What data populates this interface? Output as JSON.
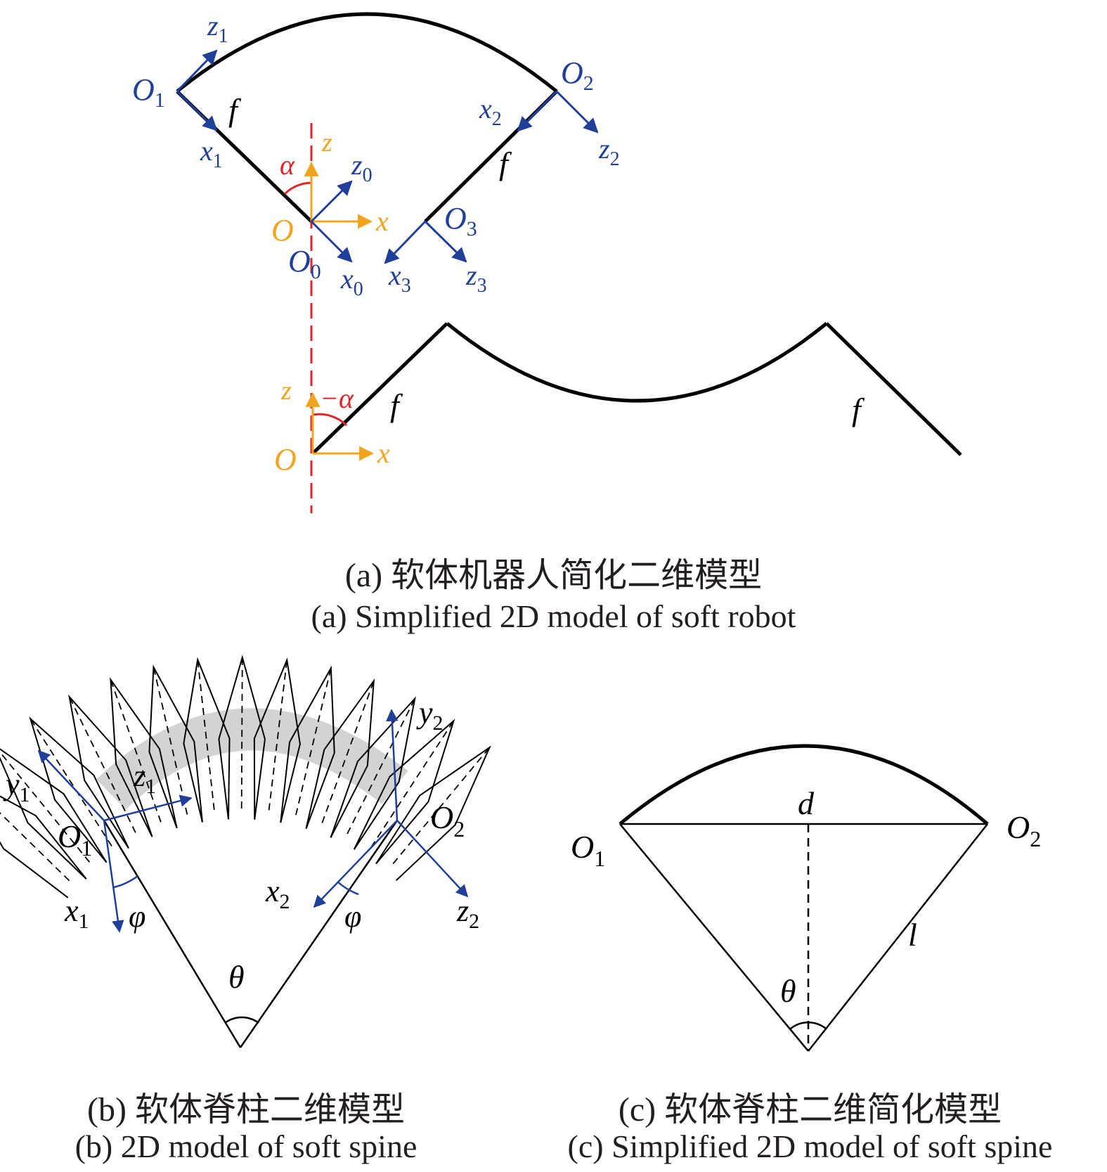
{
  "colors": {
    "black": "#000000",
    "blue": "#1f3f99",
    "orange": "#f1a51e",
    "red": "#e0262b",
    "gray": "#d3d3d3"
  },
  "panel_a": {
    "caption_cn": "(a) 软体机器人简化二维模型",
    "caption_en": "(a) Simplified 2D model of soft robot",
    "labels": {
      "z1": "z",
      "z1_sub": "1",
      "O1": "O",
      "O1_sub": "1",
      "x1": "x",
      "x1_sub": "1",
      "f": "f",
      "alpha": "α",
      "z": "z",
      "x": "x",
      "O": "O",
      "z0": "z",
      "z0_sub": "0",
      "O0": "O",
      "O0_sub": "0",
      "x0": "x",
      "x0_sub": "0",
      "O2": "O",
      "O2_sub": "2",
      "x2": "x",
      "x2_sub": "2",
      "z2": "z",
      "z2_sub": "2",
      "O3": "O",
      "O3_sub": "3",
      "x3": "x",
      "x3_sub": "3",
      "z3": "z",
      "z3_sub": "3",
      "neg_alpha": "−α"
    }
  },
  "panel_b": {
    "caption_cn": "(b) 软体脊柱二维模型",
    "caption_en": "(b) 2D model of soft spine",
    "labels": {
      "y1": "y",
      "y1_sub": "1",
      "z1": "z",
      "z1_sub": "1",
      "O1": "O",
      "O1_sub": "1",
      "x1": "x",
      "x1_sub": "1",
      "phi": "φ",
      "theta": "θ",
      "y2": "y",
      "y2_sub": "2",
      "O2": "O",
      "O2_sub": "2",
      "x2": "x",
      "x2_sub": "2",
      "z2": "z",
      "z2_sub": "2"
    }
  },
  "panel_c": {
    "caption_cn": "(c) 软体脊柱二维简化模型",
    "caption_en": "(c) Simplified 2D model of soft spine",
    "labels": {
      "d": "d",
      "O1": "O",
      "O1_sub": "1",
      "O2": "O",
      "O2_sub": "2",
      "l": "l",
      "theta": "θ"
    }
  }
}
